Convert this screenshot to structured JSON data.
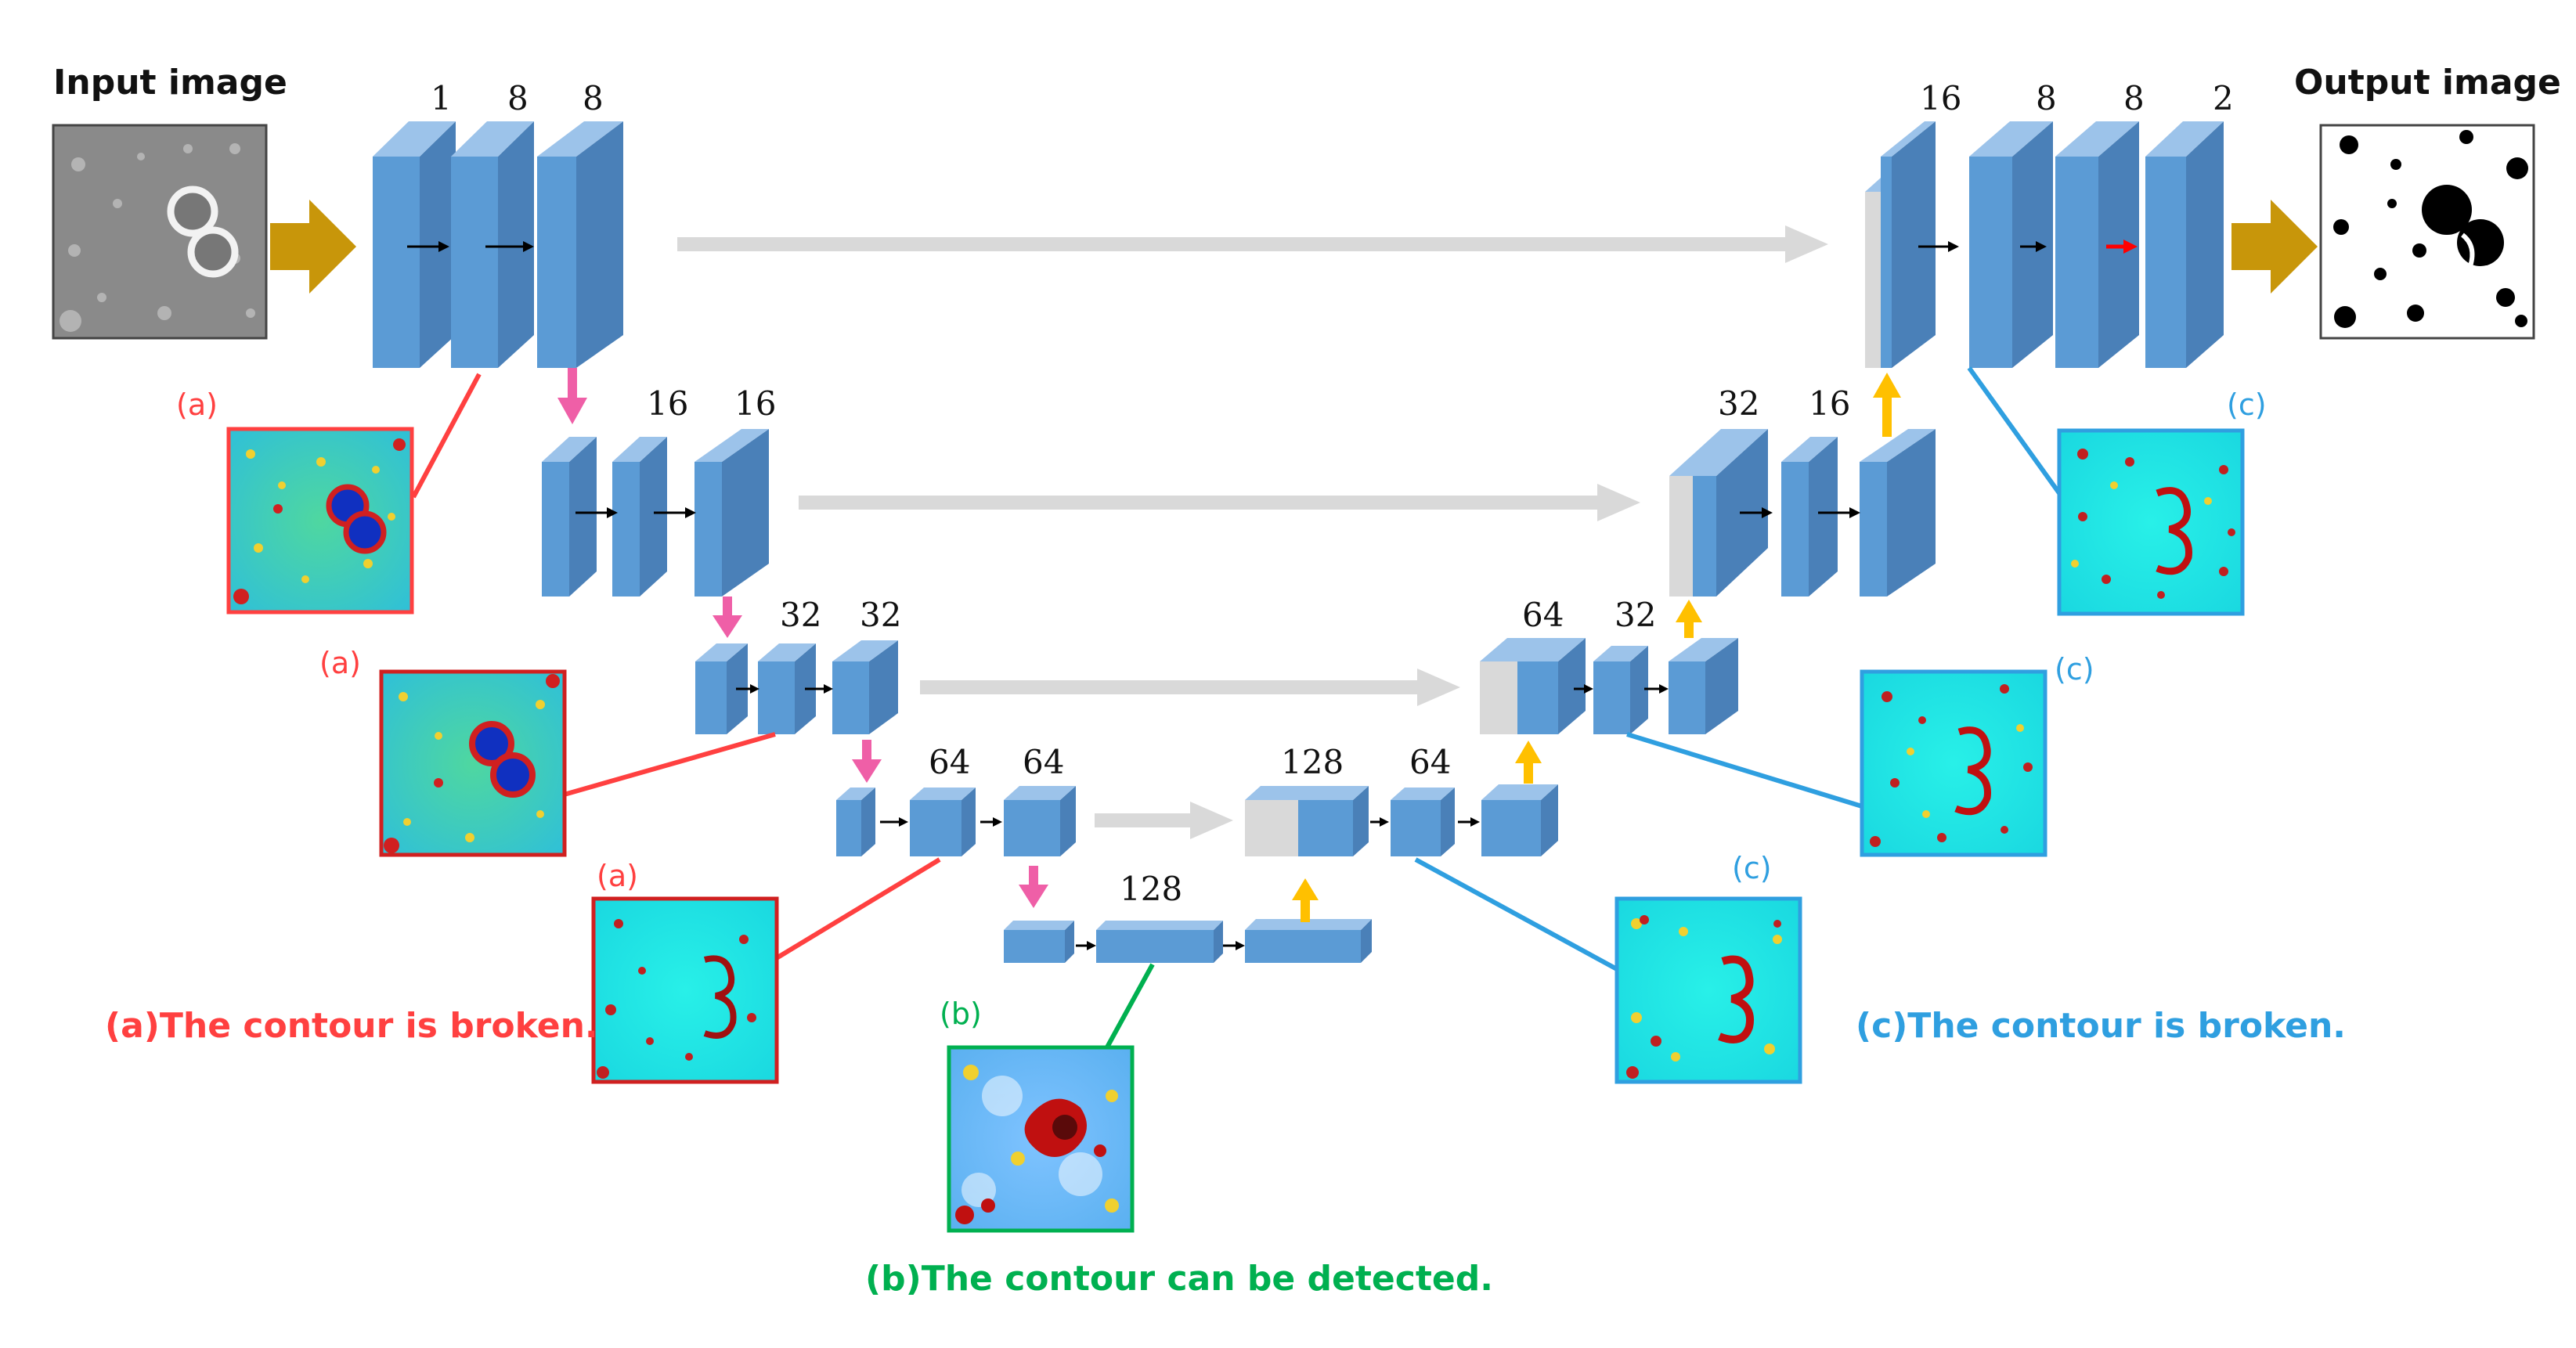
{
  "input_label": "Input image",
  "output_label": "Output image",
  "channels": {
    "enc1": [
      "1",
      "8",
      "8"
    ],
    "enc2": [
      "16",
      "16"
    ],
    "enc3": [
      "32",
      "32"
    ],
    "enc4": [
      "64",
      "64"
    ],
    "bottleneck": "128",
    "dec4": [
      "128",
      "64"
    ],
    "dec3": [
      "64",
      "32"
    ],
    "dec2": [
      "32",
      "16"
    ],
    "dec1": [
      "16",
      "8",
      "8",
      "2"
    ]
  },
  "tags": {
    "a": "(a)",
    "b": "(b)",
    "c": "(c)"
  },
  "notes": {
    "a": "(a)The contour is broken.",
    "b": "(b)The contour can be detected.",
    "c": "(c)The contour is broken."
  },
  "colors": {
    "block_front": "#5b9bd5",
    "block_side": "#4a80b8",
    "block_top": "#9cc3ea",
    "concat_gray": "#d9d9d9",
    "skip_arrow": "#d9d9d9",
    "down_arrow": "#ef5fa7",
    "up_arrow": "#ffc000",
    "io_arrow": "#c8960a",
    "red_note": "#ff4040",
    "green_note": "#00b050",
    "blue_note": "#2f9fe0",
    "final_conv_arrow": "#ff0000"
  }
}
